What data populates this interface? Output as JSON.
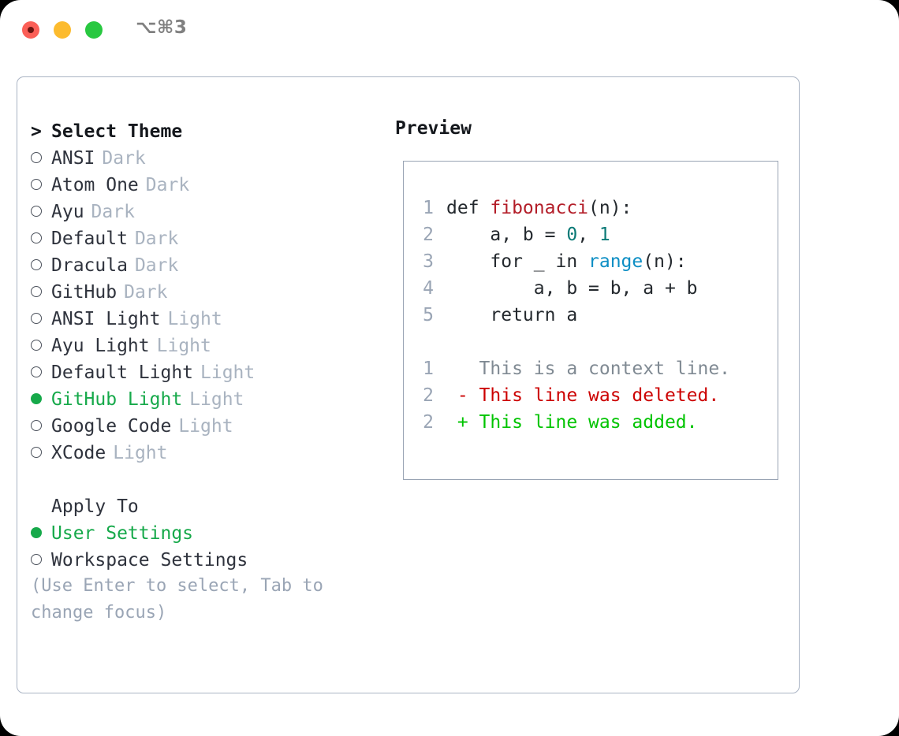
{
  "titlebar": {
    "shortcut": "⌥⌘3",
    "buttons": [
      {
        "name": "close",
        "color": "#fb5f57"
      },
      {
        "name": "minimize",
        "color": "#fcbb2e"
      },
      {
        "name": "zoom",
        "color": "#28c840"
      }
    ]
  },
  "colors": {
    "accent_selected": "#16a94a",
    "muted": "#a9b3c0",
    "hint": "#9aa5b5",
    "border": "#aab4c4",
    "text": "#2f333d",
    "diff_added": "#00c400",
    "diff_deleted": "#cc0000",
    "diff_context": "#808a93",
    "syntax_function": "#b31d28",
    "syntax_number": "#0b7a77",
    "syntax_call": "#0c8ec4"
  },
  "theme_list": {
    "title": "Select Theme",
    "pointer": ">",
    "items": [
      {
        "name": "ANSI",
        "badge": "Dark",
        "selected": false
      },
      {
        "name": "Atom One",
        "badge": "Dark",
        "selected": false
      },
      {
        "name": "Ayu",
        "badge": "Dark",
        "selected": false
      },
      {
        "name": "Default",
        "badge": "Dark",
        "selected": false
      },
      {
        "name": "Dracula",
        "badge": "Dark",
        "selected": false
      },
      {
        "name": "GitHub",
        "badge": "Dark",
        "selected": false
      },
      {
        "name": "ANSI Light",
        "badge": "Light",
        "selected": false
      },
      {
        "name": "Ayu Light",
        "badge": "Light",
        "selected": false
      },
      {
        "name": "Default Light",
        "badge": "Light",
        "selected": false
      },
      {
        "name": "GitHub Light",
        "badge": "Light",
        "selected": true
      },
      {
        "name": "Google Code",
        "badge": "Light",
        "selected": false
      },
      {
        "name": "XCode",
        "badge": "Light",
        "selected": false
      }
    ]
  },
  "apply_to": {
    "title": "Apply To",
    "items": [
      {
        "name": "User Settings",
        "selected": true
      },
      {
        "name": "Workspace Settings",
        "selected": false
      }
    ]
  },
  "hint": "(Use Enter to select, Tab to change focus)",
  "preview": {
    "label": "Preview",
    "code_lines": [
      {
        "no": "1",
        "tokens": [
          {
            "t": "def ",
            "k": "plain"
          },
          {
            "t": "fibonacci",
            "k": "func"
          },
          {
            "t": "(n):",
            "k": "plain"
          }
        ]
      },
      {
        "no": "2",
        "tokens": [
          {
            "t": "    a, b = ",
            "k": "plain"
          },
          {
            "t": "0",
            "k": "num"
          },
          {
            "t": ", ",
            "k": "plain"
          },
          {
            "t": "1",
            "k": "num"
          }
        ]
      },
      {
        "no": "3",
        "tokens": [
          {
            "t": "    for _ in ",
            "k": "plain"
          },
          {
            "t": "range",
            "k": "call"
          },
          {
            "t": "(n):",
            "k": "plain"
          }
        ]
      },
      {
        "no": "4",
        "tokens": [
          {
            "t": "        a, b = b, a + b",
            "k": "plain"
          }
        ]
      },
      {
        "no": "5",
        "tokens": [
          {
            "t": "    return a",
            "k": "plain"
          }
        ]
      }
    ],
    "diff_lines": [
      {
        "no": "1",
        "sign": " ",
        "text": "This is a context line.",
        "kind": "ctx"
      },
      {
        "no": "2",
        "sign": "-",
        "text": "This line was deleted.",
        "kind": "del"
      },
      {
        "no": "2",
        "sign": "+",
        "text": "This line was added.",
        "kind": "add"
      }
    ]
  }
}
